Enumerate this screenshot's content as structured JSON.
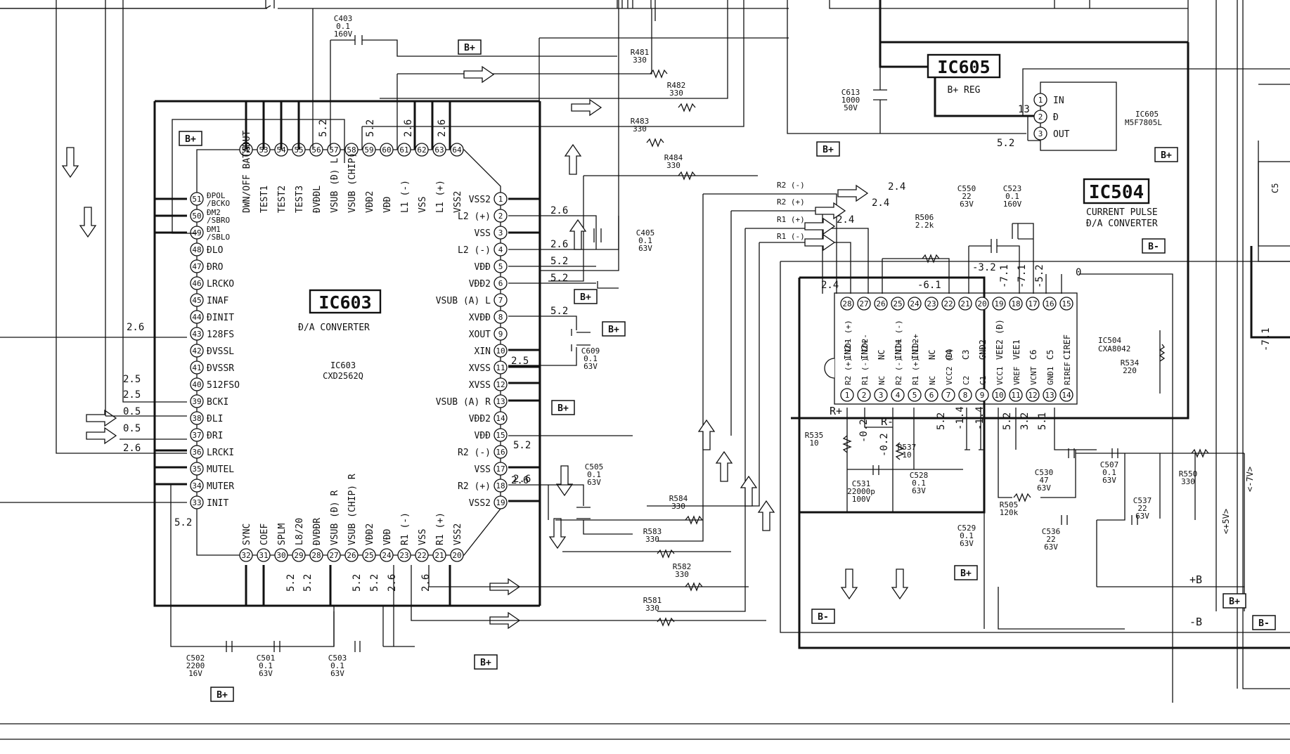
{
  "ic603": {
    "ref": "IC603",
    "function": "Ð/A CONVERTER",
    "part_ref": "IC603",
    "part_no": "CXD2562Q",
    "top_pins": [
      {
        "n": "52",
        "label": "DWN/OFF BATADUT"
      },
      {
        "n": "53",
        "label": "TEST1"
      },
      {
        "n": "54",
        "label": "TEST2"
      },
      {
        "n": "55",
        "label": "TEST3"
      },
      {
        "n": "56",
        "label": "ÐVÐÐL"
      },
      {
        "n": "57",
        "label": "VSUB (Ð) L"
      },
      {
        "n": "58",
        "label": "VSUB (CHIP)"
      },
      {
        "n": "59",
        "label": "VÐÐ2"
      },
      {
        "n": "60",
        "label": "VÐÐ"
      },
      {
        "n": "61",
        "label": "L1 (-)"
      },
      {
        "n": "62",
        "label": "VSS"
      },
      {
        "n": "63",
        "label": "L1 (+)"
      },
      {
        "n": "64",
        "label": "VSS2"
      }
    ],
    "right_pins": [
      {
        "n": "1",
        "label": "VSS2"
      },
      {
        "n": "2",
        "label": "L2 (+)"
      },
      {
        "n": "3",
        "label": "VSS"
      },
      {
        "n": "4",
        "label": "L2 (-)"
      },
      {
        "n": "5",
        "label": "VÐÐ"
      },
      {
        "n": "6",
        "label": "VÐÐ2"
      },
      {
        "n": "7",
        "label": "VSUB (A) L"
      },
      {
        "n": "8",
        "label": "XVÐÐ"
      },
      {
        "n": "9",
        "label": "XOUT"
      },
      {
        "n": "10",
        "label": "XIN"
      },
      {
        "n": "11",
        "label": "XVSS"
      },
      {
        "n": "12",
        "label": "XVSS"
      },
      {
        "n": "13",
        "label": "VSUB (A) R"
      },
      {
        "n": "14",
        "label": "VÐÐ2"
      },
      {
        "n": "15",
        "label": "VÐÐ"
      },
      {
        "n": "16",
        "label": "R2 (-)"
      },
      {
        "n": "17",
        "label": "VSS"
      },
      {
        "n": "18",
        "label": "R2 (+)"
      },
      {
        "n": "19",
        "label": "VSS2"
      }
    ],
    "left_pins": [
      {
        "n": "51",
        "label": "ÐPOL /BCKO"
      },
      {
        "n": "50",
        "label": "ÐM2 /SBRO"
      },
      {
        "n": "49",
        "label": "ÐM1 /SBLO"
      },
      {
        "n": "48",
        "label": "ÐLO"
      },
      {
        "n": "47",
        "label": "ÐRO"
      },
      {
        "n": "46",
        "label": "LRCKO"
      },
      {
        "n": "45",
        "label": "INAF"
      },
      {
        "n": "44",
        "label": "ÐINIT"
      },
      {
        "n": "43",
        "label": "128FS"
      },
      {
        "n": "42",
        "label": "ÐVSSL"
      },
      {
        "n": "41",
        "label": "ÐVSSR"
      },
      {
        "n": "40",
        "label": "512FSO"
      },
      {
        "n": "39",
        "label": "BCKI"
      },
      {
        "n": "38",
        "label": "ÐLI"
      },
      {
        "n": "37",
        "label": "ÐRI"
      },
      {
        "n": "36",
        "label": "LRCKI"
      },
      {
        "n": "35",
        "label": "MUTEL"
      },
      {
        "n": "34",
        "label": "MUTER"
      },
      {
        "n": "33",
        "label": "INIT"
      }
    ],
    "bottom_pins": [
      {
        "n": "32",
        "label": "SYNC"
      },
      {
        "n": "31",
        "label": "COEF"
      },
      {
        "n": "30",
        "label": "SPLM"
      },
      {
        "n": "29",
        "label": "L8/20"
      },
      {
        "n": "28",
        "label": "ÐVÐÐR"
      },
      {
        "n": "27",
        "label": "VSUB (Ð) R"
      },
      {
        "n": "26",
        "label": "VSUB (CHIP) R"
      },
      {
        "n": "25",
        "label": "VÐÐ2"
      },
      {
        "n": "24",
        "label": "VÐÐ"
      },
      {
        "n": "23",
        "label": "R1 (-)"
      },
      {
        "n": "22",
        "label": "VSS"
      },
      {
        "n": "21",
        "label": "R1 (+)"
      },
      {
        "n": "20",
        "label": "VSS2"
      }
    ],
    "top_volts": [
      "5.2",
      "5.2",
      "2.6",
      "2.6"
    ],
    "right_volts": [
      "2.6",
      "2.6",
      "5.2",
      "5.2",
      "5.2",
      "2.5",
      "5.2",
      "2.6",
      "2.6"
    ],
    "left_volts": [
      "2.6",
      "2.5",
      "2.5",
      "0.5",
      "0.5",
      "2.6",
      "5.2"
    ],
    "bottom_volts": [
      "5.2",
      "5.2",
      "5.2",
      "5.2",
      "2.6",
      "2.6"
    ]
  },
  "ic504": {
    "ref": "IC504",
    "function_line1": "CURRENT PULSE",
    "function_line2": "Ð/A CONVERTER",
    "part_ref": "IC504",
    "part_no": "CXA8042",
    "top_pins": [
      {
        "n": "28",
        "label": "IN2-"
      },
      {
        "n": "27",
        "label": "IN2+"
      },
      {
        "n": "26",
        "label": "NC"
      },
      {
        "n": "25",
        "label": "IN1+"
      },
      {
        "n": "24",
        "label": "IN1-"
      },
      {
        "n": "23",
        "label": "NC"
      },
      {
        "n": "22",
        "label": "C4"
      },
      {
        "n": "21",
        "label": "C3"
      },
      {
        "n": "20",
        "label": "GNÐ2"
      },
      {
        "n": "19",
        "label": "VEE2 (Ð)"
      },
      {
        "n": "18",
        "label": "VEE1"
      },
      {
        "n": "17",
        "label": "C6"
      },
      {
        "n": "16",
        "label": "C5"
      },
      {
        "n": "15",
        "label": "CIREF"
      }
    ],
    "bottom_pins": [
      {
        "n": "1",
        "label": "R2 (+) IO1 (+)"
      },
      {
        "n": "2",
        "label": "R1 (-) IO2-"
      },
      {
        "n": "3",
        "label": "NC"
      },
      {
        "n": "4",
        "label": "R2 (-) IO1 (-)"
      },
      {
        "n": "5",
        "label": "R1 (+) IO2+"
      },
      {
        "n": "6",
        "label": "NC"
      },
      {
        "n": "7",
        "label": "VCC2 (Ð)"
      },
      {
        "n": "8",
        "label": "C2"
      },
      {
        "n": "9",
        "label": "C1"
      },
      {
        "n": "10",
        "label": "VCC1"
      },
      {
        "n": "11",
        "label": "VREF"
      },
      {
        "n": "12",
        "label": "VCNT"
      },
      {
        "n": "13",
        "label": "GNÐ1"
      },
      {
        "n": "14",
        "label": "RIREF"
      }
    ],
    "top_volts": [
      "2.4",
      "-6.1",
      "-7.1",
      "-7.1",
      "-5.2",
      "0"
    ],
    "bottom_volts": [
      "-0.2",
      "-0.2",
      "5.2",
      "-1.4",
      "-1.4",
      "5.2",
      "3.2",
      "5.1"
    ],
    "signal_labels": [
      "R2 (-)",
      "R2 (+)",
      "R1 (+)",
      "R1 (-)"
    ],
    "signal_volts": [
      "2.4",
      "2.4",
      "2.4"
    ],
    "side_labels": [
      "R+",
      "R-"
    ],
    "extra_volt": "-3.2"
  },
  "ic605": {
    "ref": "IC605",
    "function": "B+ REG",
    "part_ref": "IC605",
    "part_no": "M5F7805L",
    "pins": [
      {
        "n": "1",
        "label": "IN"
      },
      {
        "n": "2",
        "label": "Ð"
      },
      {
        "n": "3",
        "label": "OUT"
      }
    ],
    "volts": [
      "13",
      "5.2"
    ]
  },
  "components": [
    {
      "ref": "C403",
      "value": "0.1 160V"
    },
    {
      "ref": "R481",
      "value": "330"
    },
    {
      "ref": "R482",
      "value": "330"
    },
    {
      "ref": "R483",
      "value": "330"
    },
    {
      "ref": "R484",
      "value": "330"
    },
    {
      "ref": "C613",
      "value": "1000 50V"
    },
    {
      "ref": "C405",
      "value": "0.1 63V"
    },
    {
      "ref": "C609",
      "value": "0.1 63V"
    },
    {
      "ref": "C505",
      "value": "0.1 63V"
    },
    {
      "ref": "R584",
      "value": "330"
    },
    {
      "ref": "R583",
      "value": "330"
    },
    {
      "ref": "R582",
      "value": "330"
    },
    {
      "ref": "R581",
      "value": "330"
    },
    {
      "ref": "C502",
      "value": "2200 16V"
    },
    {
      "ref": "C501",
      "value": "0.1 63V"
    },
    {
      "ref": "C503",
      "value": "0.1 63V"
    },
    {
      "ref": "R506",
      "value": "2.2k"
    },
    {
      "ref": "C550",
      "value": "22 63V"
    },
    {
      "ref": "C523",
      "value": "0.1 160V"
    },
    {
      "ref": "R534",
      "value": "220"
    },
    {
      "ref": "R535",
      "value": "10"
    },
    {
      "ref": "R537",
      "value": "10"
    },
    {
      "ref": "C531",
      "value": "22000p 100V"
    },
    {
      "ref": "C528",
      "value": "0.1 63V"
    },
    {
      "ref": "C529",
      "value": "0.1 63V"
    },
    {
      "ref": "R505",
      "value": "120k"
    },
    {
      "ref": "C530",
      "value": "47 63V"
    },
    {
      "ref": "C536",
      "value": "22 63V"
    },
    {
      "ref": "C507",
      "value": "0.1 63V"
    },
    {
      "ref": "C537",
      "value": "22 63V"
    },
    {
      "ref": "R550",
      "value": "330"
    }
  ],
  "bplus_label": "B+",
  "bminus_label": "B-",
  "rail_plus_b": "+B",
  "rail_minus_b": "-B",
  "rail_5v": "<+5V>",
  "rail_7v": "<-7V>",
  "edge_volt": "-7.1",
  "edge_label": "C5"
}
